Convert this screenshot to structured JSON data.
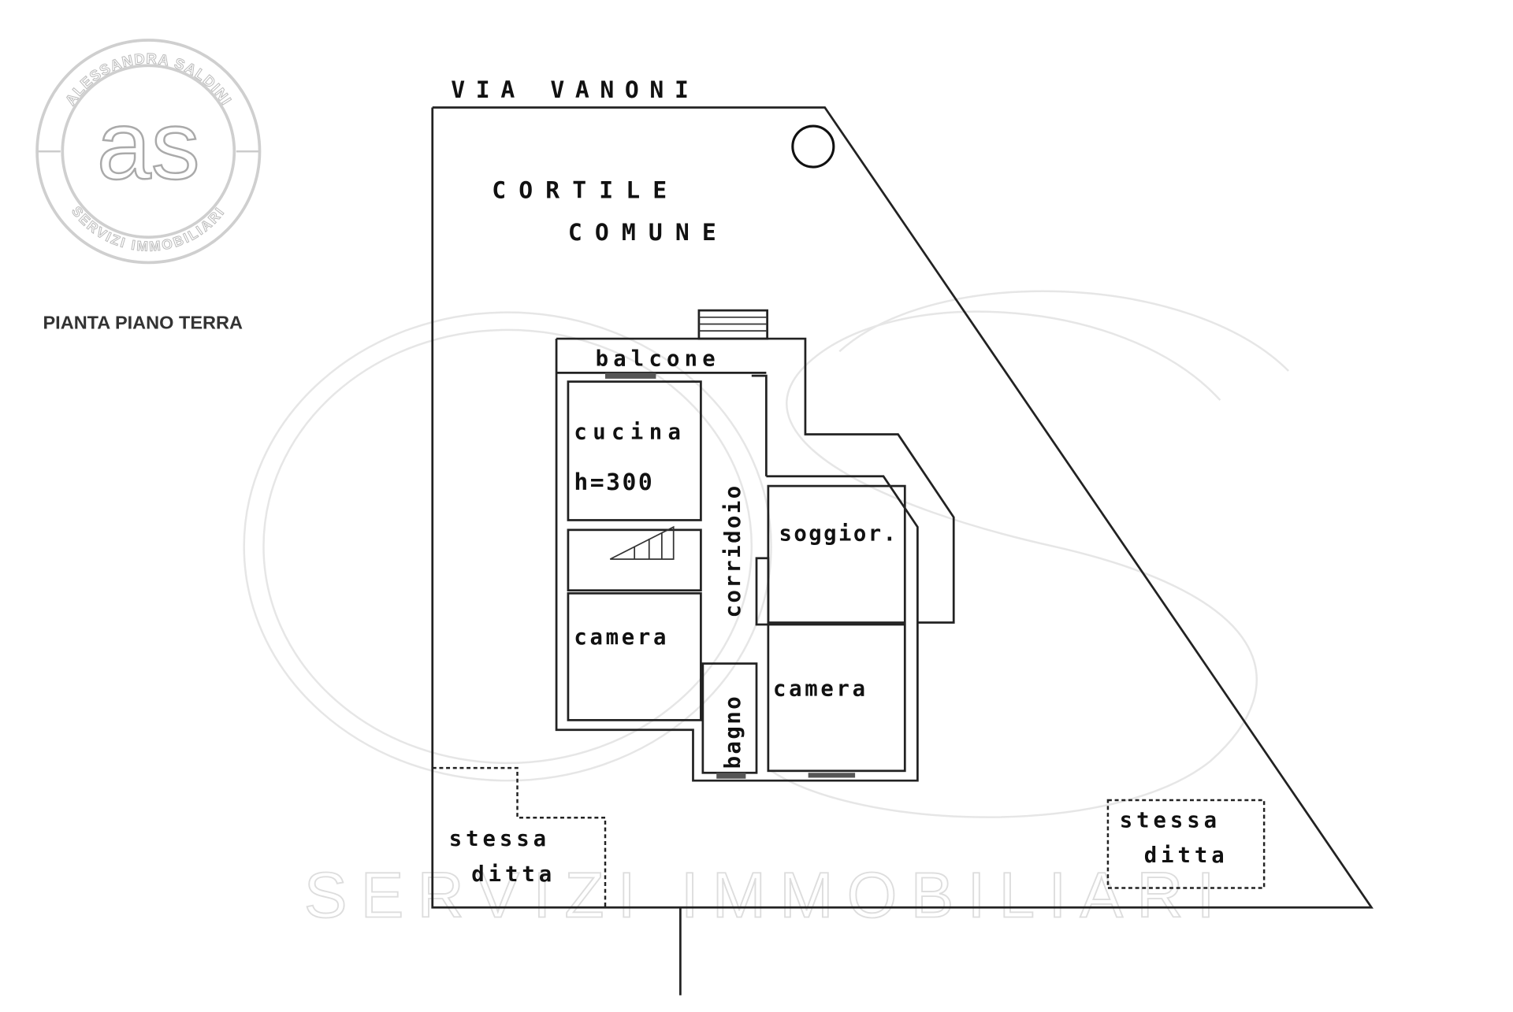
{
  "logo": {
    "top_text": "ALESSANDRA SALDINI",
    "bottom_text": "SERVIZI IMMOBILIARI",
    "monogram": "as"
  },
  "title": "PIANTA PIANO TERRA",
  "watermark": "SERVIZI IMMOBILIARI",
  "plan": {
    "street": "VIA VANONI",
    "courtyard_line1": "CORTILE",
    "courtyard_line2": "COMUNE",
    "rooms": {
      "balcony": "balcone",
      "kitchen": "cucina",
      "height": "h=300",
      "living": "soggior.",
      "corridor": "corridoio",
      "bedroom_left": "camera",
      "bedroom_right": "camera",
      "bathroom": "bagno"
    },
    "neighbor_left": {
      "line1": "stessa",
      "line2": "ditta"
    },
    "neighbor_right": {
      "line1": "stessa",
      "line2": "ditta"
    }
  }
}
